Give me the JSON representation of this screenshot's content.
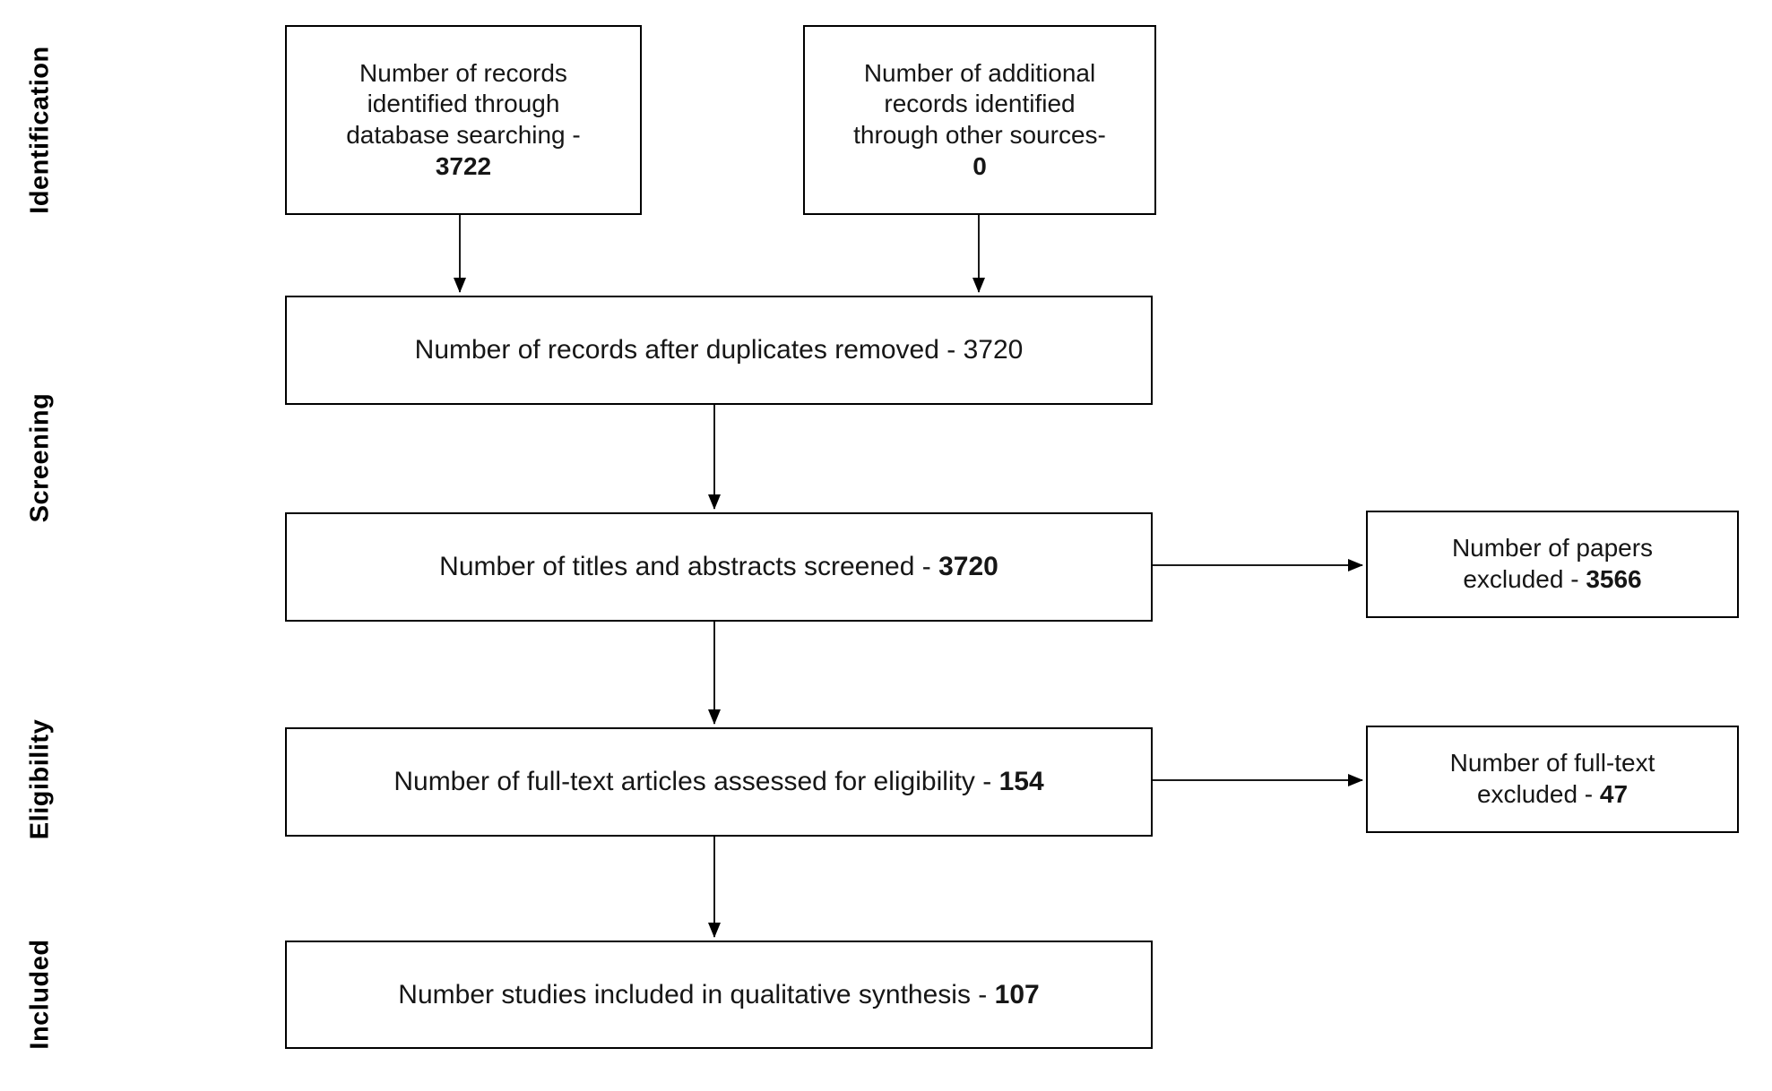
{
  "diagram": {
    "stages": {
      "identification": "Identification",
      "screening": "Screening",
      "eligibility": "Eligibility",
      "included": "Included"
    },
    "boxes": {
      "records_identified": {
        "text": "Number of records\nidentified through\ndatabase searching -\n",
        "value": "3722"
      },
      "additional_records": {
        "text": "Number of additional\nrecords identified\nthrough other sources-\n",
        "value": "0"
      },
      "after_duplicates": {
        "text": "Number of records after duplicates removed - ",
        "value": "3720"
      },
      "titles_screened": {
        "text": "Number of titles and abstracts screened - ",
        "value": "3720"
      },
      "papers_excluded": {
        "text": "Number of papers\nexcluded - ",
        "value": "3566"
      },
      "fulltext_assessed": {
        "text": "Number of full-text articles assessed for eligibility - ",
        "value": "154"
      },
      "fulltext_excluded": {
        "text": "Number of full-text\nexcluded - ",
        "value": "47"
      },
      "qualitative_synthesis": {
        "text": "Number studies included in qualitative synthesis - ",
        "value": "107"
      }
    },
    "colors": {
      "line": "#000000",
      "text": "#161616",
      "background": "#ffffff"
    }
  }
}
